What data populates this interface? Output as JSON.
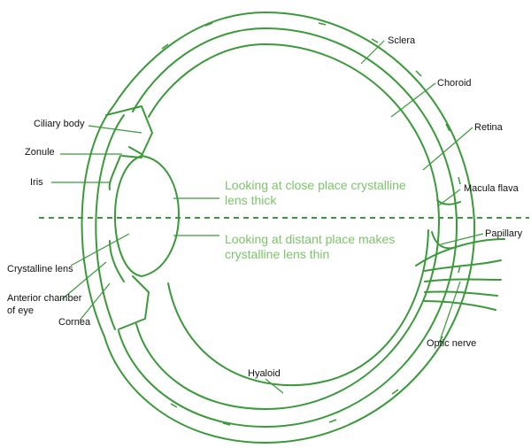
{
  "colors": {
    "line": "#3a9a3a",
    "note_text": "#7cc46a",
    "label_text": "#111111"
  },
  "labels": {
    "sclera": "Sclera",
    "choroid": "Choroid",
    "retina": "Retina",
    "macula_flava": "Macula flava",
    "papillary": "Papillary",
    "optic_nerve": "Optic nerve",
    "hyaloid": "Hyaloid",
    "ciliary_body": "Ciliary body",
    "zonule": "Zonule",
    "iris": "Iris",
    "crystalline_lens": "Crystalline lens",
    "anterior_chamber_line1": "Anterior chamber",
    "anterior_chamber_line2": "of eye",
    "cornea": "Cornea"
  },
  "notes": {
    "close_line1": "Looking at close place crystalline",
    "close_line2": "lens thick",
    "distant_line1": "Looking at distant place makes",
    "distant_line2": "crystalline lens thin"
  }
}
